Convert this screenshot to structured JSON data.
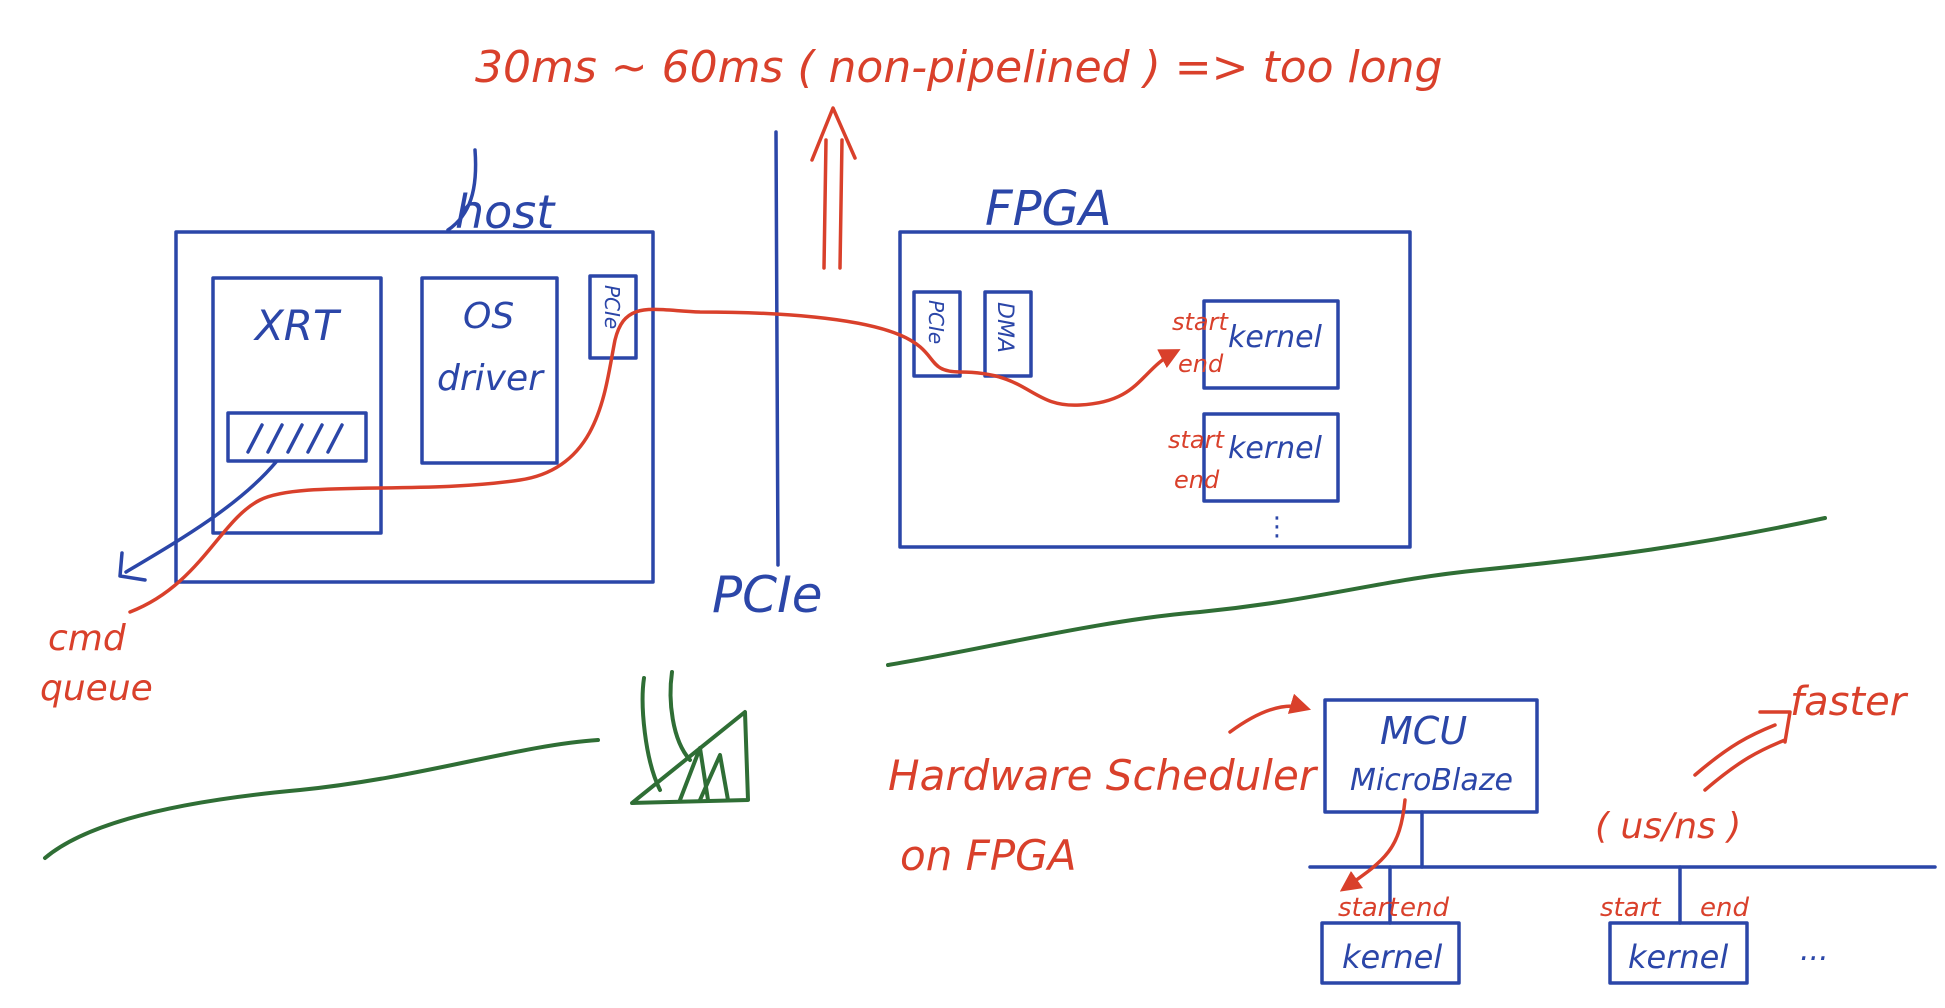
{
  "colors": {
    "blue": "#2b46a8",
    "red": "#d9402b",
    "green": "#2f6e35"
  },
  "top_note": "30ms ~ 60ms ( non-pipelined ) => too long",
  "host": {
    "label": "host",
    "xrt": "XRT",
    "os_line1": "OS",
    "os_line2": "driver",
    "pcie": "PCIe"
  },
  "cmd_queue": {
    "line1": "cmd",
    "line2": "queue"
  },
  "pcie_bus_label": "PCIe",
  "fpga": {
    "label": "FPGA",
    "pcie": "PCIe",
    "dma": "DMA",
    "kernels": [
      {
        "label": "kernel",
        "start": "start",
        "end": "end"
      },
      {
        "label": "kernel",
        "start": "start",
        "end": "end"
      }
    ],
    "more": "⋮"
  },
  "hw_scheduler": {
    "line1": "Hardware Scheduler",
    "line2": "on FPGA"
  },
  "mcu": {
    "line1": "MCU",
    "line2": "MicroBlaze"
  },
  "faster": "faster",
  "timing": "( us/ns )",
  "bottom_kernels": [
    {
      "label": "kernel",
      "start": "start",
      "end": "end"
    },
    {
      "label": "kernel",
      "start": "start",
      "end": "end"
    }
  ],
  "bottom_more": "..."
}
